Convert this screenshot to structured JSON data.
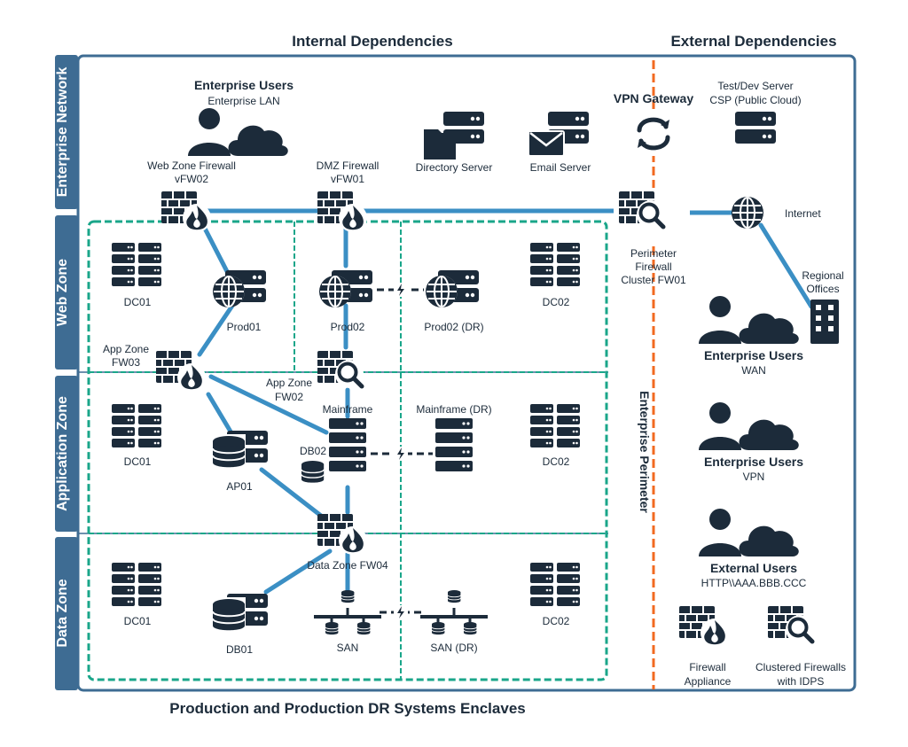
{
  "headings": {
    "internal": "Internal Dependencies",
    "external": "External Dependencies",
    "enclaves": "Production and Production DR Systems Enclaves"
  },
  "zones": {
    "enterprise_network": "Enterprise Network",
    "web_zone": "Web Zone",
    "application_zone": "Application Zone",
    "data_zone": "Data Zone",
    "enterprise_perimeter": "Enterprise Perimeter"
  },
  "nodes": {
    "enterprise_users_lan": {
      "title": "Enterprise Users",
      "subtitle": "Enterprise LAN",
      "icon": "users-cloud-icon"
    },
    "web_zone_fw": {
      "line1": "Web Zone Firewall",
      "line2": "vFW02",
      "icon": "firewall-icon"
    },
    "dmz_fw": {
      "line1": "DMZ Firewall",
      "line2": "vFW01",
      "icon": "firewall-icon"
    },
    "directory_server": {
      "label": "Directory Server",
      "icon": "directory-server-icon"
    },
    "email_server": {
      "label": "Email Server",
      "icon": "email-server-icon"
    },
    "vpn_gateway": {
      "label": "VPN Gateway",
      "icon": "vpn-sync-icon"
    },
    "test_dev": {
      "line1": "Test/Dev Server",
      "line2": "CSP (Public Cloud)",
      "icon": "server-icon"
    },
    "perimeter_fw": {
      "line1": "Perimeter",
      "line2": "Firewall",
      "line3": "Cluster FW01",
      "icon": "firewall-idps-icon"
    },
    "internet": {
      "label": "Internet",
      "icon": "globe-icon"
    },
    "regional_offices": {
      "line1": "Regional",
      "line2": "Offices",
      "icon": "building-icon"
    },
    "enterprise_users_wan": {
      "title": "Enterprise Users",
      "subtitle": "WAN"
    },
    "enterprise_users_vpn": {
      "title": "Enterprise Users",
      "subtitle": "VPN"
    },
    "external_users": {
      "title": "External Users",
      "subtitle": "HTTP\\\\AAA.BBB.CCC"
    },
    "legend_fw": {
      "line1": "Firewall",
      "line2": "Appliance"
    },
    "legend_cluster": {
      "line1": "Clustered Firewalls",
      "line2": "with IDPS"
    },
    "dc01_web": "DC01",
    "dc02_web": "DC02",
    "prod01": "Prod01",
    "prod02": "Prod02",
    "prod02_dr": "Prod02 (DR)",
    "app_zone_fw03": {
      "line1": "App Zone",
      "line2": "FW03"
    },
    "app_zone_fw02": {
      "line1": "App Zone",
      "line2": "FW02"
    },
    "mainframe": "Mainframe",
    "mainframe_dr": "Mainframe (DR)",
    "dc01_app": "DC01",
    "dc02_app": "DC02",
    "db02": "DB02",
    "ap01": "AP01",
    "data_zone_fw04": "Data Zone FW04",
    "dc01_data": "DC01",
    "dc02_data": "DC02",
    "db01": "DB01",
    "san": "SAN",
    "san_dr": "SAN (DR)"
  },
  "colors": {
    "navy": "#1c2b3a",
    "zone_blue": "#3e6c93",
    "link_blue": "#3b8fc4",
    "enclave_teal": "#1aa68a",
    "perimeter_orange": "#f26a21"
  }
}
